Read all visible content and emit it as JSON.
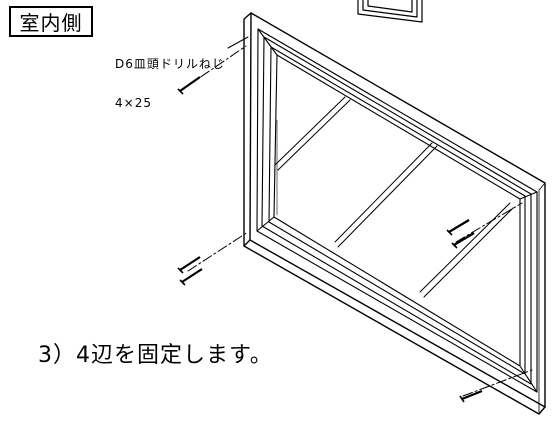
{
  "side_label": "室内側",
  "screw_label": {
    "line1": "D6皿頭ドリルねじ",
    "line2": "4×25"
  },
  "step_text": "3）4辺を固定します。"
}
